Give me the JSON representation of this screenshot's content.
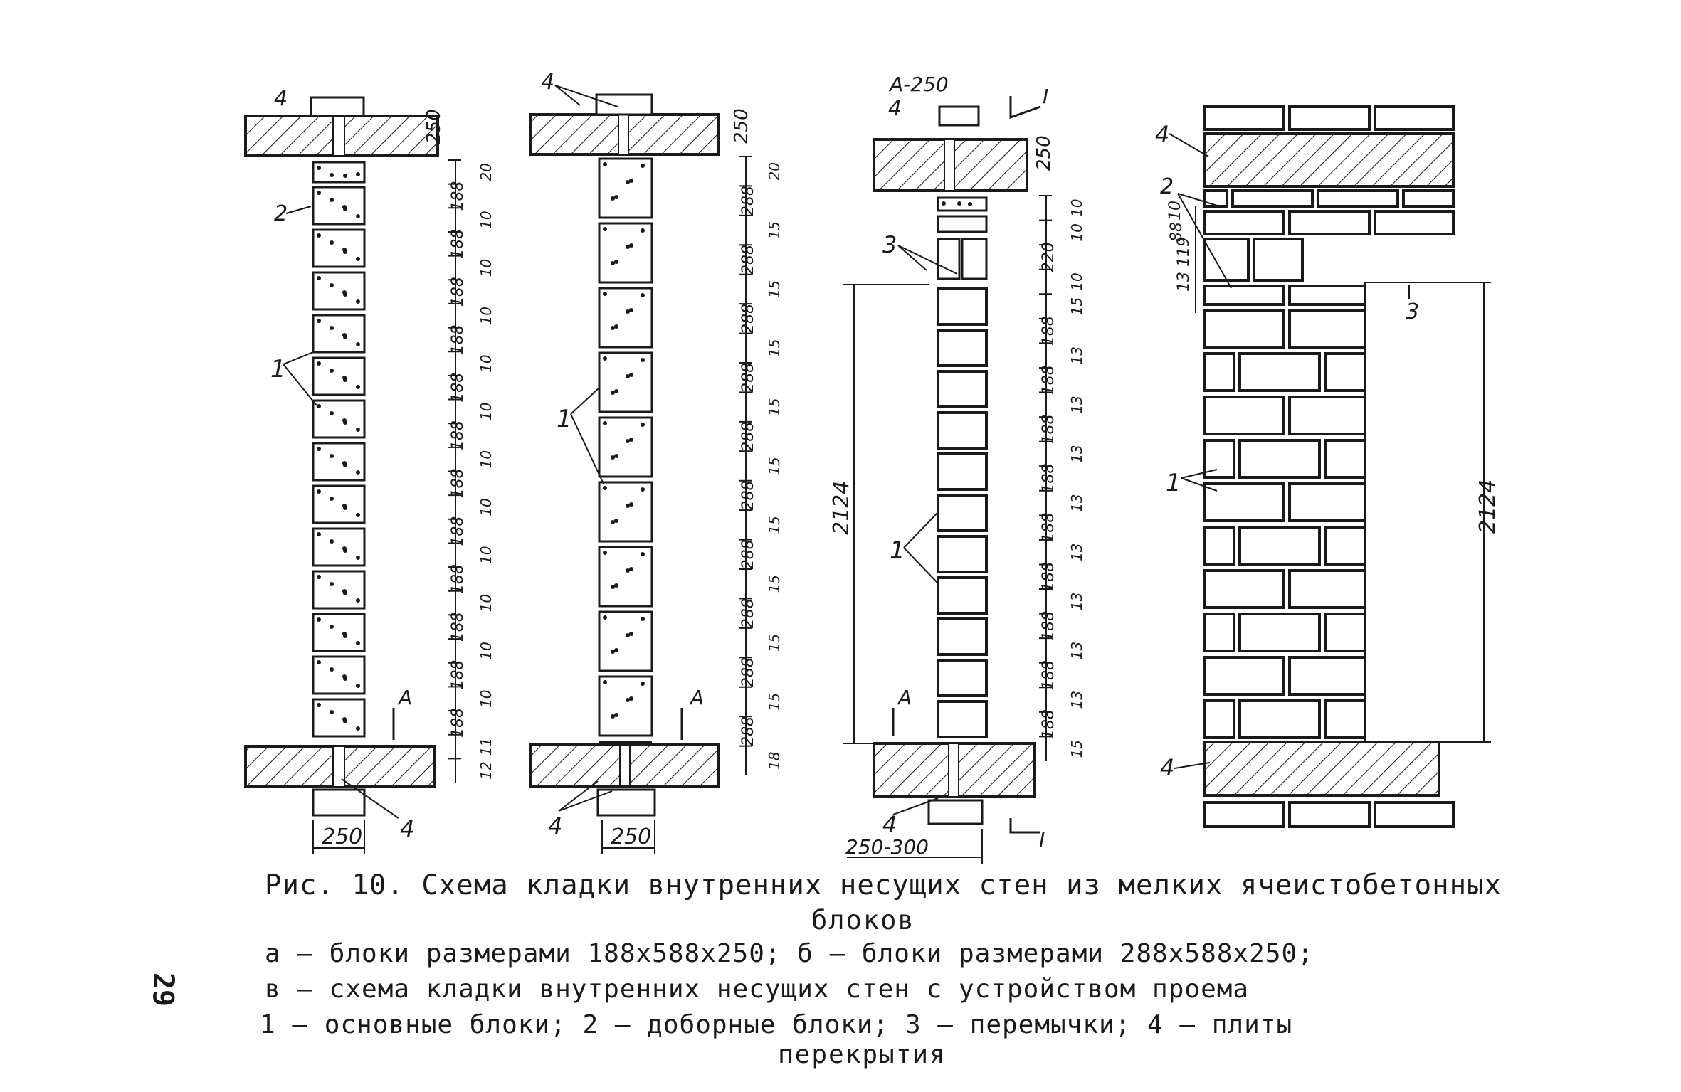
{
  "figure": {
    "caption_title_line1": "Рис. 10. Схема кладки внутренних несущих стен из мелких ячеистобетонных",
    "caption_title_line2": "блоков",
    "caption_a": "а – блоки размерами 188х588х250; б – блоки размерами 288х588х250;",
    "caption_v": "в – схема кладки внутренних несущих стен с устройством проема",
    "caption_legend": "1 – основные  блоки; 2 – доборные блоки; 3 – перемычки;  4  –  плиты",
    "caption_legend2": "перекрытия",
    "page_number": "29"
  },
  "wall_a": {
    "callouts": [
      "1",
      "2",
      "4",
      "4"
    ],
    "section_mark": "А",
    "width_label": "250",
    "slab_label": "250",
    "block_dims": [
      "20",
      "188",
      "10",
      "188",
      "10",
      "188",
      "10",
      "188",
      "10",
      "188",
      "10",
      "188",
      "10",
      "188",
      "10",
      "188",
      "10",
      "188",
      "10",
      "188",
      "10",
      "188",
      "10",
      "188",
      "11",
      "12"
    ]
  },
  "wall_b": {
    "callouts": [
      "1",
      "4",
      "4"
    ],
    "section_mark": "А",
    "width_label": "250",
    "slab_label": "250",
    "block_dims": [
      "20",
      "288",
      "15",
      "288",
      "15",
      "288",
      "15",
      "288",
      "15",
      "288",
      "15",
      "288",
      "15",
      "288",
      "15",
      "288",
      "15",
      "288",
      "15",
      "288",
      "18"
    ]
  },
  "wall_v": {
    "callouts": [
      "1",
      "3",
      "4",
      "4"
    ],
    "section_mark": "А",
    "section_label": "А-250",
    "cut_mark": "I",
    "height_label": "2124",
    "slab_label": "250",
    "width_label": "250-300",
    "block_dims": [
      "10",
      "10",
      "220",
      "10",
      "15",
      "188",
      "13",
      "188",
      "13",
      "188",
      "13",
      "188",
      "13",
      "188",
      "13",
      "188",
      "13",
      "188",
      "13",
      "188",
      "13",
      "188",
      "15"
    ]
  },
  "wall_elev": {
    "callouts": [
      "1",
      "2",
      "3",
      "4",
      "4"
    ],
    "height_label": "2124",
    "dims_small": [
      "13",
      "119",
      "88",
      "10"
    ]
  }
}
